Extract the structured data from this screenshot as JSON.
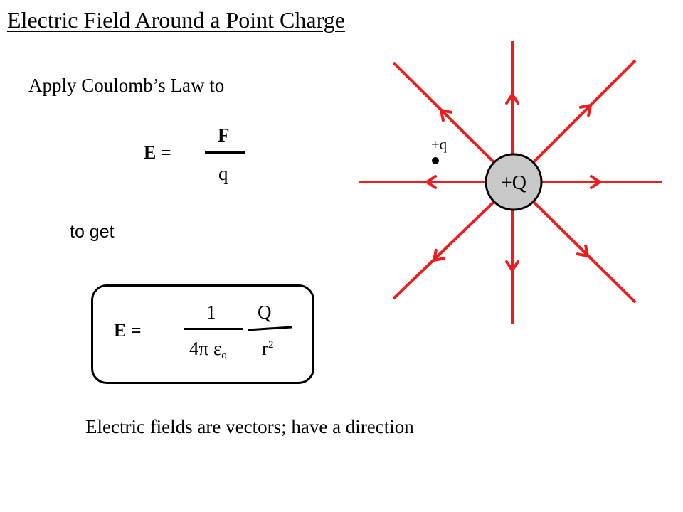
{
  "title": "Electric Field Around a Point Charge",
  "intro": "Apply Coulomb’s Law to",
  "eq1": {
    "lhs": "E  =",
    "numerator": "F",
    "denominator": "q"
  },
  "transition": "to get",
  "eq2": {
    "lhs": "E  =",
    "coef_numerator": "1",
    "coef_denominator": "4π ε",
    "coef_denominator_sub": "o",
    "frac_numerator": "Q",
    "frac_denominator": "r",
    "frac_denominator_sup": "2"
  },
  "footer": "Electric fields are vectors; have a direction",
  "diagram": {
    "source_label": "+Q",
    "test_label": "+q",
    "line_color": "#ee1c1c",
    "charge_fill": "#c8c8c8"
  }
}
